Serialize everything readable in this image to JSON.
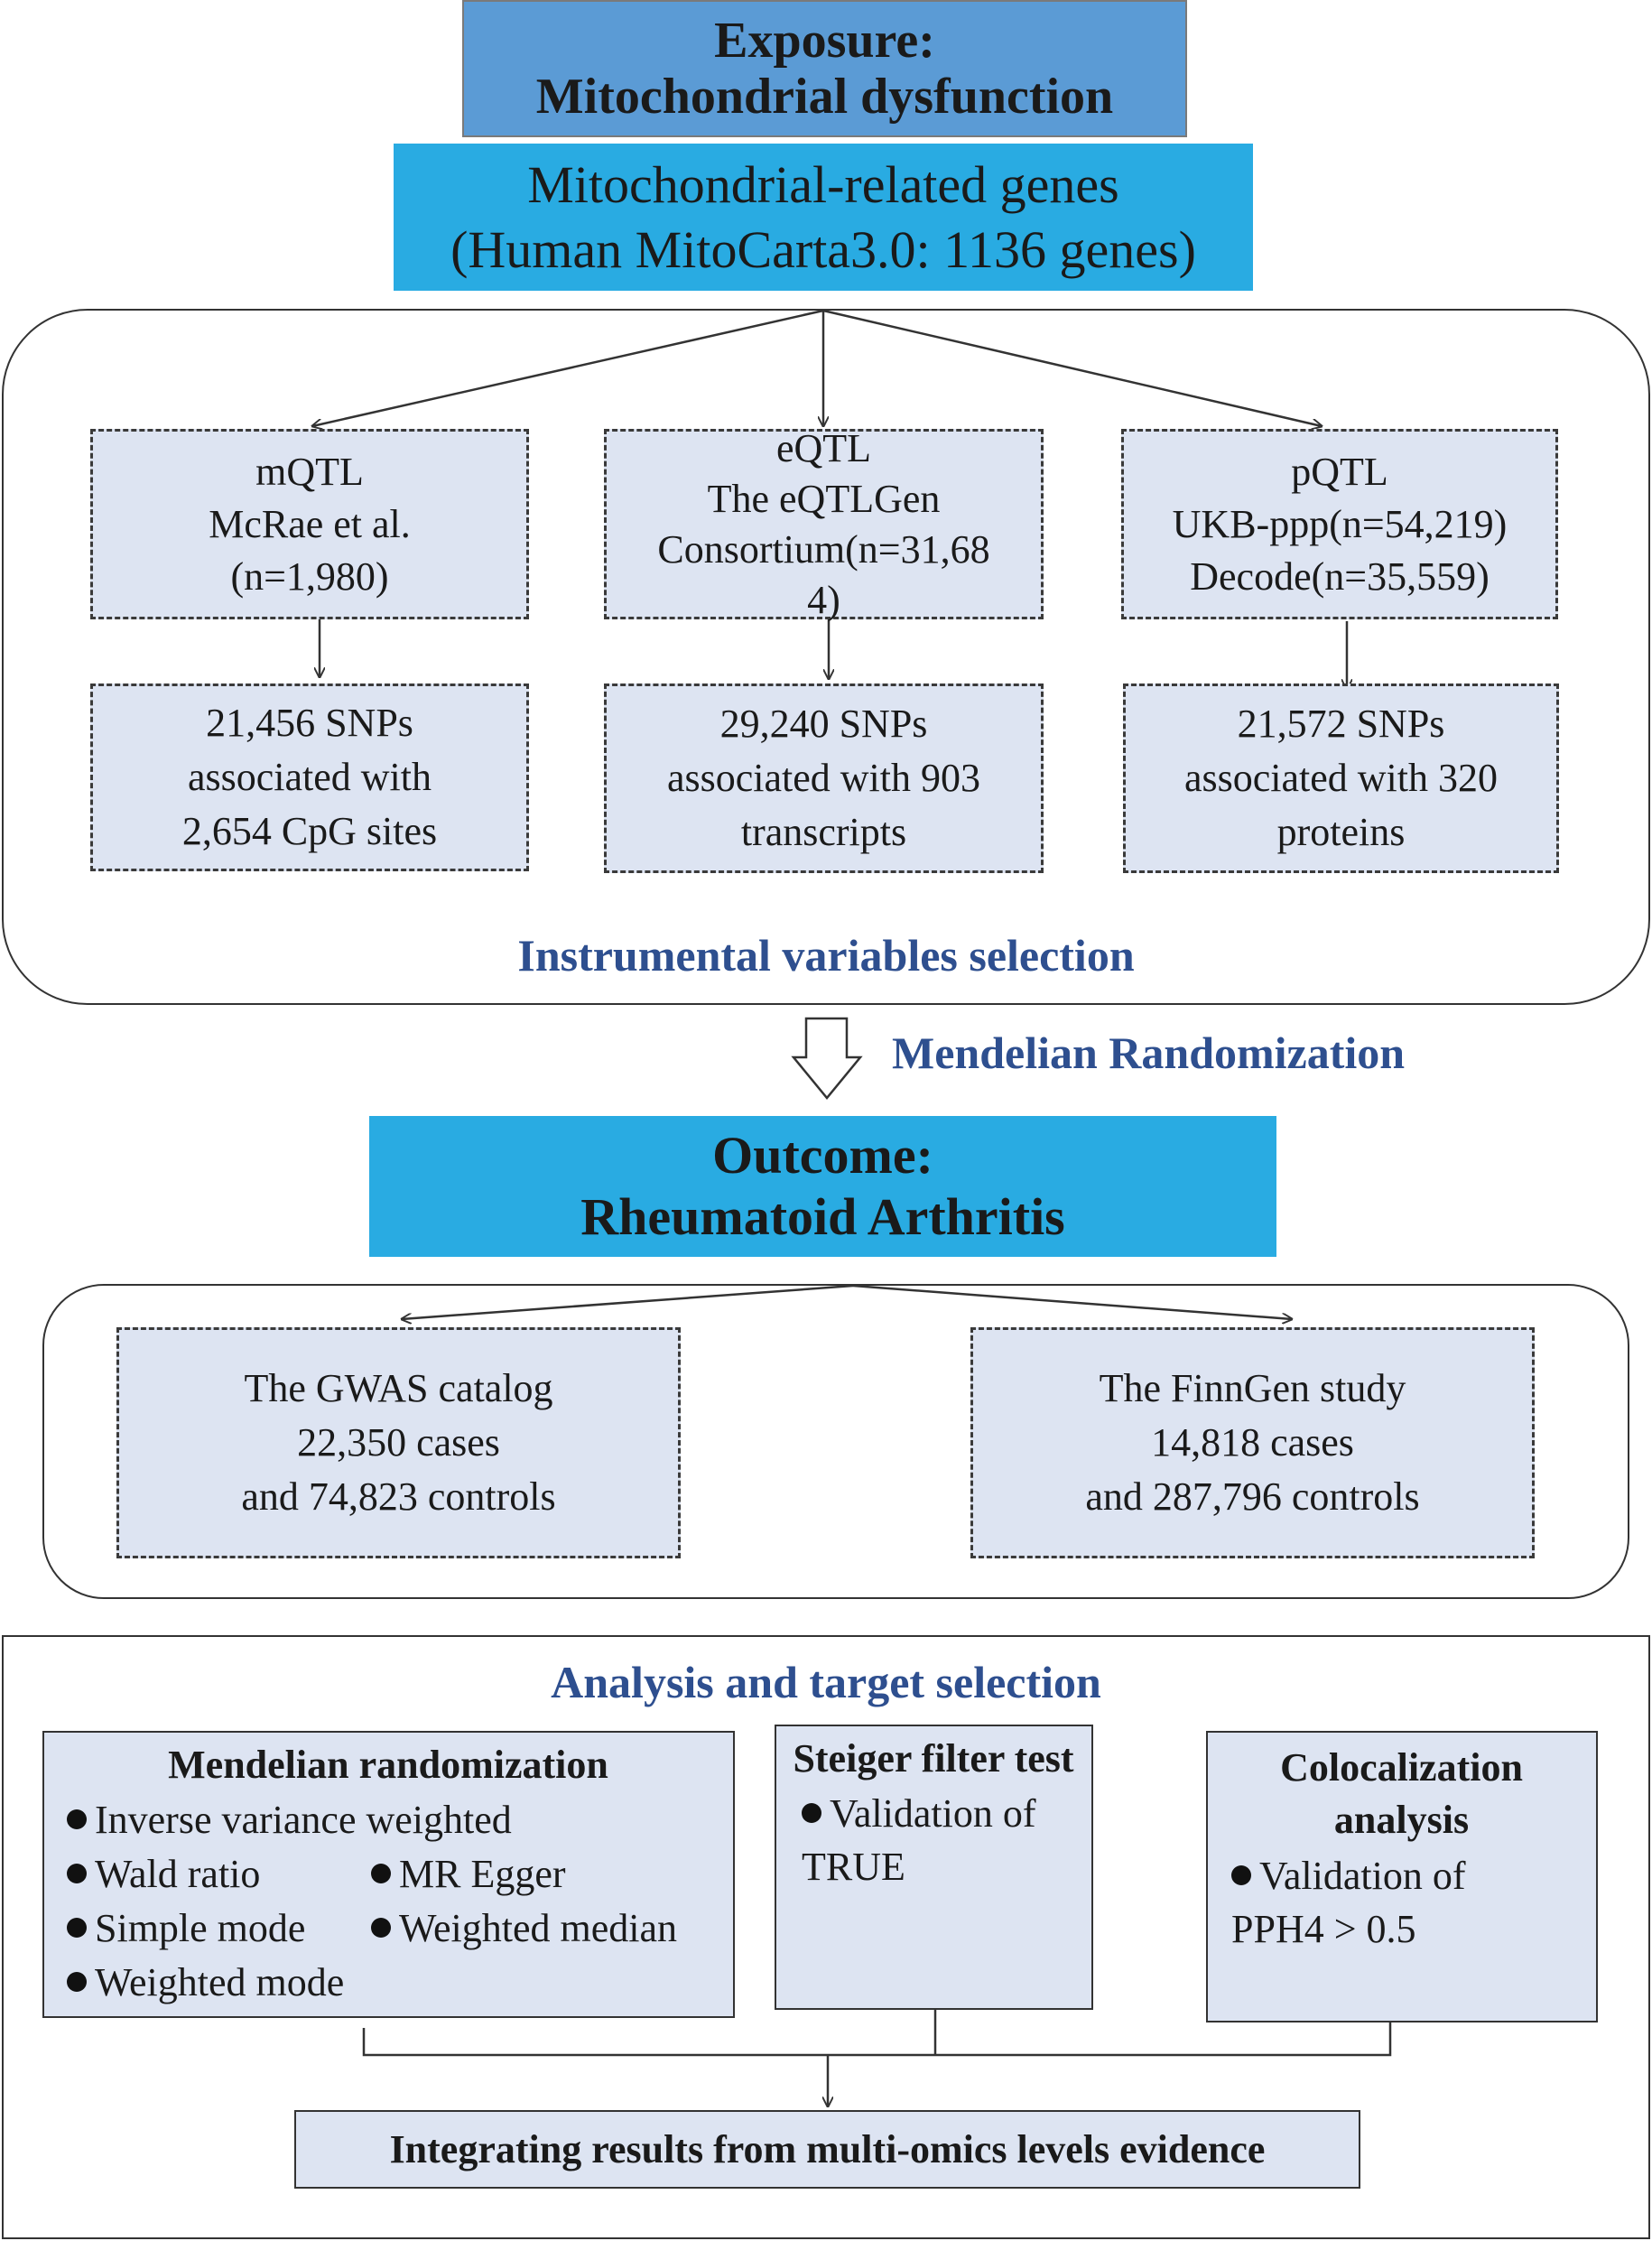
{
  "exposure": {
    "line1": "Exposure:",
    "line2": "Mitochondrial dysfunction"
  },
  "genes": {
    "line1": "Mitochondrial-related genes",
    "line2": "(Human MitoCarta3.0: 1136 genes)"
  },
  "qtl": {
    "mqtl": {
      "line1": "mQTL",
      "line2": "McRae et al.",
      "line3": "(n=1,980)"
    },
    "eqtl": {
      "line1": "eQTL",
      "line2": "The eQTLGen",
      "line3": "Consortium(n=31,68",
      "line4": "4)"
    },
    "pqtl": {
      "line1": "pQTL",
      "line2": "UKB-ppp(n=54,219)",
      "line3": "Decode(n=35,559)"
    }
  },
  "snps": {
    "mqtl": {
      "line1": "21,456 SNPs",
      "line2": "associated with",
      "line3": "2,654 CpG sites"
    },
    "eqtl": {
      "line1": "29,240 SNPs",
      "line2": "associated with 903",
      "line3": "transcripts"
    },
    "pqtl": {
      "line1": "21,572 SNPs",
      "line2": "associated with 320",
      "line3": "proteins"
    }
  },
  "iv_label": "Instrumental variables selection",
  "mr_label": "Mendelian Randomization",
  "outcome": {
    "line1": "Outcome:",
    "line2": "Rheumatoid Arthritis"
  },
  "gwas": {
    "gwas_catalog": {
      "line1": "The GWAS catalog",
      "line2": "22,350 cases",
      "line3": "and 74,823 controls"
    },
    "finngen": {
      "line1": "The FinnGen study",
      "line2": "14,818 cases",
      "line3": "and 287,796 controls"
    }
  },
  "analysis": {
    "title": "Analysis and target selection",
    "mr": {
      "title": "Mendelian randomization",
      "ivw": "Inverse variance weighted",
      "wald": "Wald ratio",
      "egger": "MR Egger",
      "simple": "Simple mode",
      "wmedian": "Weighted median",
      "wmode": "Weighted mode"
    },
    "steiger": {
      "title": "Steiger filter test",
      "line1": "Validation of",
      "line2": "TRUE"
    },
    "coloc": {
      "title1": "Colocalization",
      "title2": "analysis",
      "line1": "Validation of",
      "line2": "PPH4 > 0.5"
    },
    "integrate": "Integrating results from multi-omics levels evidence"
  },
  "colors": {
    "exposure_fill": "#5b9bd5",
    "cyan_fill": "#29abe2",
    "panel_fill": "#dde4f2",
    "heading_text": "#2e4f8f"
  }
}
